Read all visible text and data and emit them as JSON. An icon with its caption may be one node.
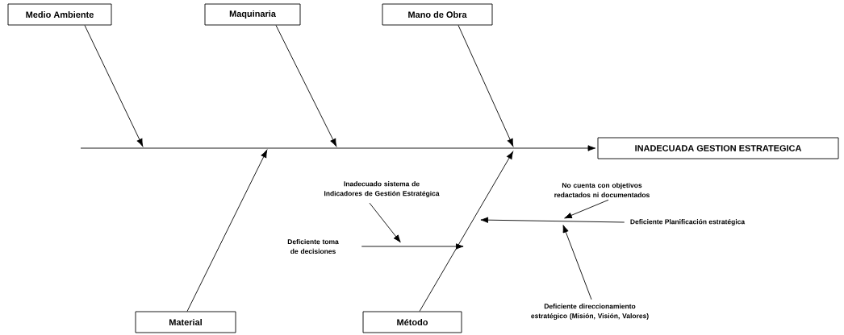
{
  "diagram": {
    "nodes": [
      {
        "text": [
          "Medio Ambiente"
        ]
      },
      {
        "text": [
          "Maquinaria"
        ]
      },
      {
        "text": [
          "Mano de Obra"
        ]
      },
      {
        "text": [
          "INADECUADA GESTION ESTRATEGICA"
        ]
      },
      {
        "text": [
          "Inadecuado sistema de Indicadores de Gestión Estratégica"
        ]
      },
      {
        "text": [
          "No cuenta con objetivos redactados ni documentados"
        ]
      },
      {
        "text": [
          "Deficiente toma de decisiones"
        ]
      },
      {
        "text": [
          "Deficiente Planificación estratégica"
        ]
      },
      {
        "text": [
          "Deficiente direccionamiento estratégico (Misión, Visión, Valores)"
        ]
      },
      {
        "text": [
          "Material"
        ]
      },
      {
        "text": [
          "Método"
        ]
      }
    ],
    "edges": [
      {
        "from": null,
        "to": 3,
        "arrow": "to"
      },
      {
        "from": 0,
        "to": null,
        "arrow": "to"
      },
      {
        "from": 1,
        "to": null,
        "arrow": "to"
      },
      {
        "from": 2,
        "to": null,
        "arrow": "to"
      },
      {
        "from": 9,
        "to": null,
        "arrow": "to"
      },
      {
        "from": 10,
        "to": null,
        "arrow": "to"
      },
      {
        "from": 6,
        "to": null,
        "arrow": "to"
      },
      {
        "from": 4,
        "to": null,
        "arrow": "to"
      },
      {
        "from": 7,
        "to": null,
        "arrow": "to"
      },
      {
        "from": 5,
        "to": null,
        "arrow": "to"
      },
      {
        "from": 8,
        "to": null,
        "arrow": "to"
      }
    ]
  }
}
